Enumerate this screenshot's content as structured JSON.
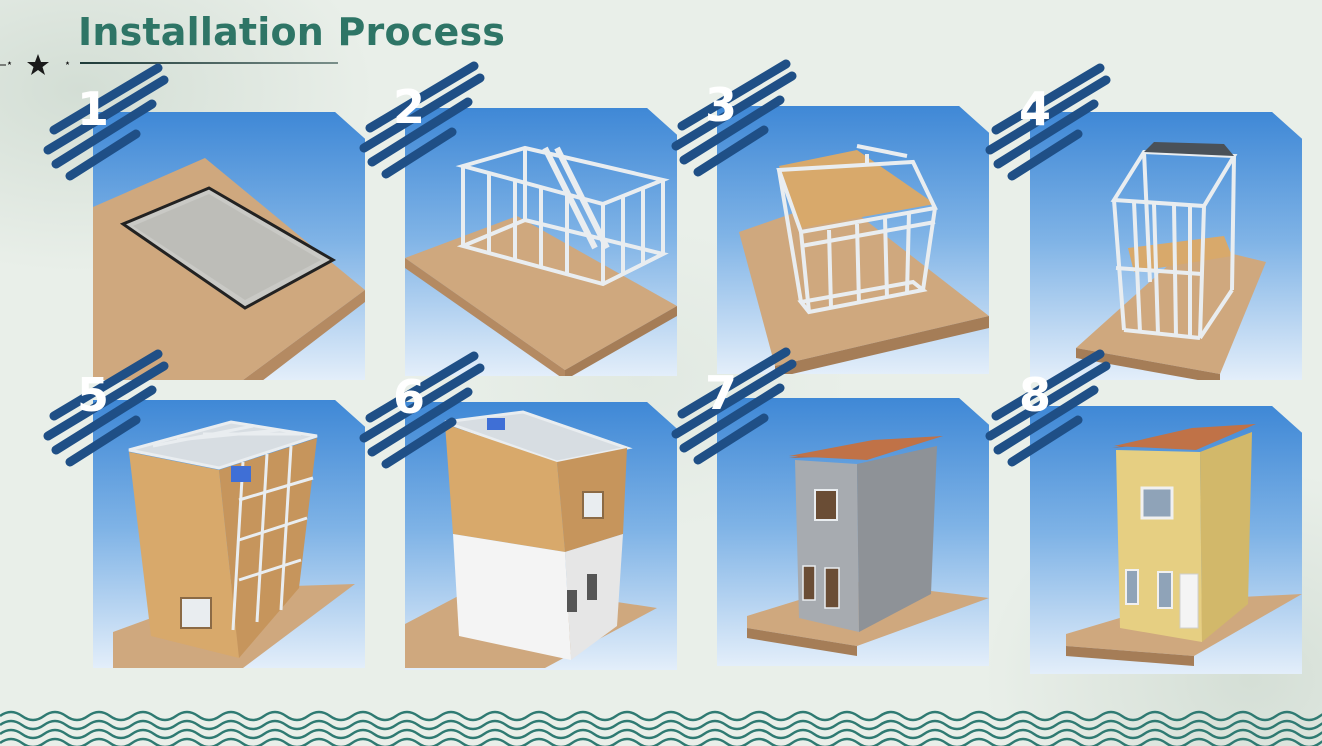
{
  "header": {
    "title": "Installation Process"
  },
  "colors": {
    "title": "#2e7566",
    "badge": "#1f4f86",
    "plate": "#cfa87e",
    "steel": "#e9edf0",
    "osb": "#d8a96b",
    "tile": "#b5673f",
    "wall_grey": "#a7abb0",
    "wall_yellow": "#e6cf82",
    "wave": "#2f7a72"
  },
  "steps": [
    {
      "number": "1",
      "icon": "foundation-slab-icon"
    },
    {
      "number": "2",
      "icon": "ground-floor-frame-icon"
    },
    {
      "number": "3",
      "icon": "floor-deck-icon"
    },
    {
      "number": "4",
      "icon": "second-floor-frame-icon"
    },
    {
      "number": "5",
      "icon": "roof-truss-sheathing-icon"
    },
    {
      "number": "6",
      "icon": "wrapped-sheathing-icon"
    },
    {
      "number": "7",
      "icon": "roof-tiles-plaster-icon"
    },
    {
      "number": "8",
      "icon": "finished-house-icon"
    }
  ]
}
